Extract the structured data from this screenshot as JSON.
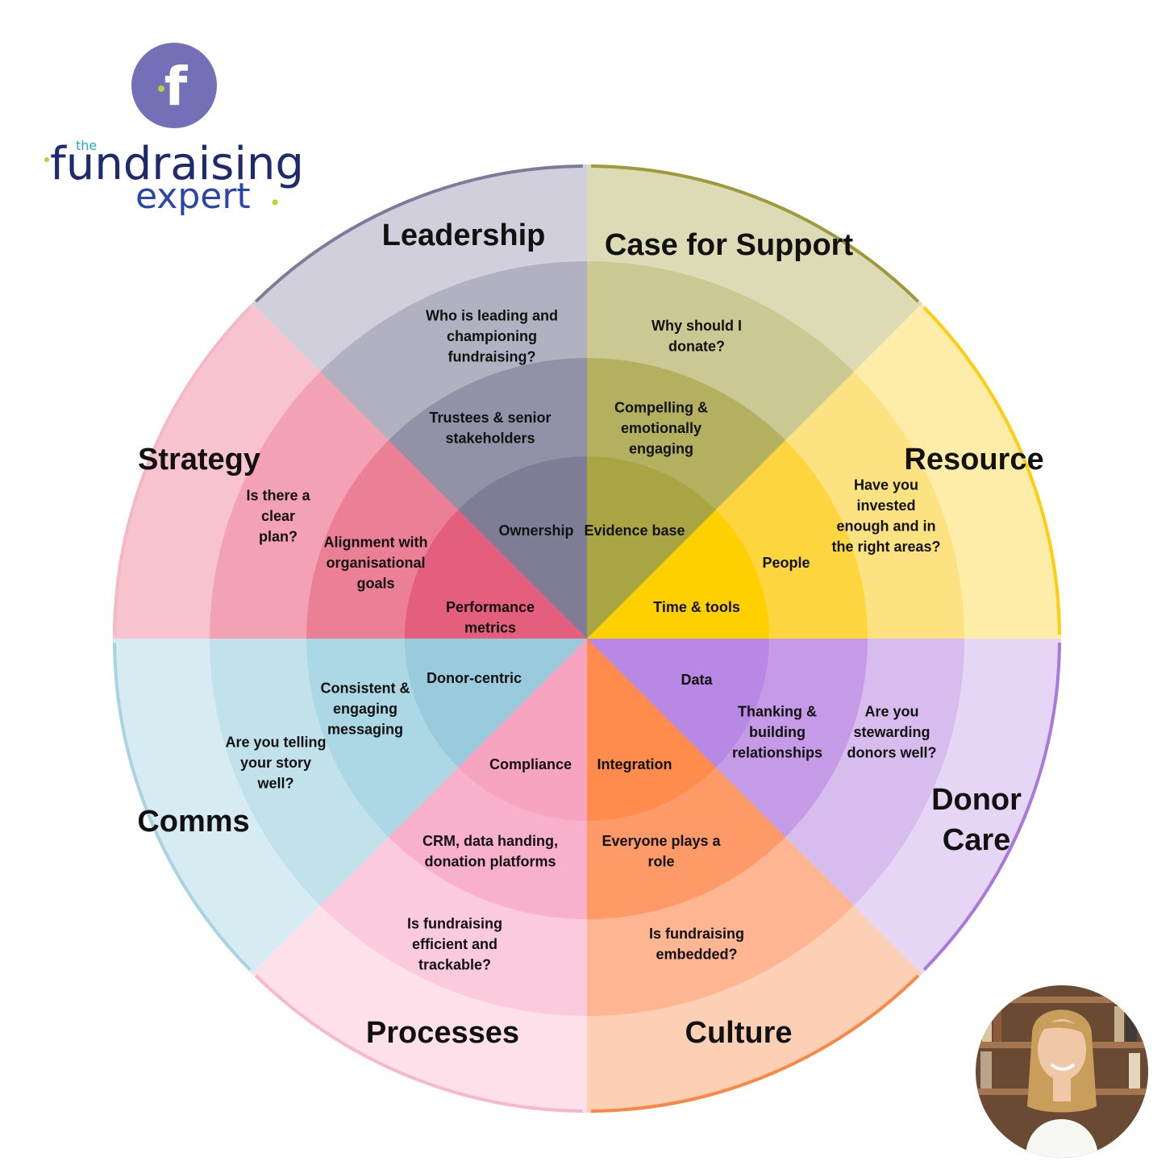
{
  "logo": {
    "line1": "the",
    "line2": "fundraising",
    "line3": "expert",
    "mark": "f",
    "accent": "#b5d334",
    "circle_color": "#7470b8",
    "text_color": "#1f2a6e"
  },
  "photo": {
    "description_icon": "portrait-photo-icon"
  },
  "segments": [
    {
      "id": "leadership",
      "title": "Leadership",
      "colors": [
        "#dcdbb6",
        "#cbc993",
        "#b3b060",
        "#a9a543"
      ],
      "edge": "#9c9a3a",
      "question": "Who is leading and championing fundraising?",
      "middle": "Trustees & senior stakeholders",
      "inner": "Ownership"
    },
    {
      "id": "case",
      "title": "Case for Support",
      "colors": [
        "#feeda9",
        "#fde282",
        "#fdd63f",
        "#ffd000"
      ],
      "edge": "#ffce0f",
      "question": "Why should I donate?",
      "middle": "Compelling & emotionally engaging",
      "inner": "Evidence base"
    },
    {
      "id": "resource",
      "title": "Resource",
      "colors": [
        "#e4d6f4",
        "#d6bdee",
        "#c59ae6",
        "#b788e4"
      ],
      "edge": "#a77ad8",
      "question": "Have you invested enough and in the right areas?",
      "middle": "People",
      "inner": "Time & tools"
    },
    {
      "id": "donorcare",
      "title": "Donor Care",
      "colors": [
        "#fdd0b6",
        "#fdb592",
        "#fd9a68",
        "#ff8b4c"
      ],
      "edge": "#fb8744",
      "question": "Are you stewarding donors well?",
      "middle": "Thanking & building relationships",
      "inner": "Data"
    },
    {
      "id": "culture",
      "title": "Culture",
      "colors": [
        "#fde0ea",
        "#fbcbdd",
        "#f9b1cb",
        "#f7a4c0"
      ],
      "edge": "#f7b7cc",
      "question": "Is fundraising embedded?",
      "middle": "Everyone plays a role",
      "inner": "Integration"
    },
    {
      "id": "processes",
      "title": "Processes",
      "colors": [
        "#d7ebf2",
        "#c1e1eb",
        "#acd7e4",
        "#99cbdc"
      ],
      "edge": "#a8d4e2",
      "question": "Is fundraising efficient and trackable?",
      "middle": "CRM, data handing, donation platforms",
      "inner": "Compliance"
    },
    {
      "id": "comms",
      "title": "Comms",
      "colors": [
        "#f6c3cf",
        "#f3a1b4",
        "#eb7f96",
        "#e45f7e"
      ],
      "edge": "#f4b8c6",
      "question": "Are you telling your story well?",
      "middle": "Consistent & engaging messaging",
      "inner": "Donor-centric"
    },
    {
      "id": "strategy",
      "title": "Strategy",
      "colors": [
        "#d0cfdb",
        "#b2b1c2",
        "#9391a7",
        "#7f7d96"
      ],
      "edge": "#7d7b99",
      "question": "Is there a clear plan?",
      "middle": "Alignment with organisational goals",
      "inner": "Performance metrics"
    }
  ]
}
